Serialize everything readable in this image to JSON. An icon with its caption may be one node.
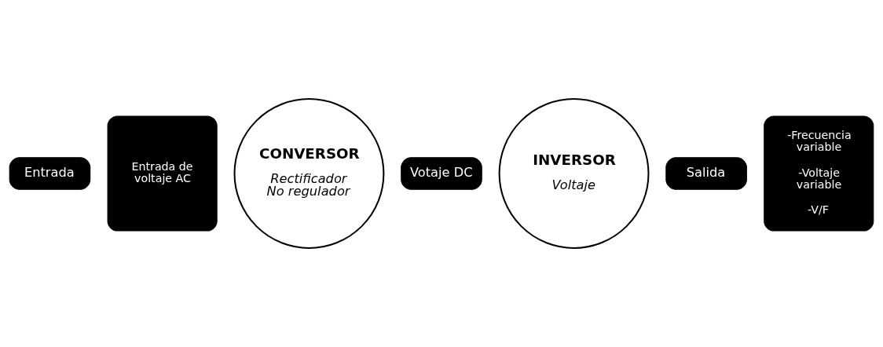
{
  "diagram": {
    "nodes": [
      {
        "text": [
          "Entrada"
        ]
      },
      {
        "text": [
          "CONVERSOR",
          "Rectificador No regulador"
        ]
      },
      {
        "text": [
          "Votaje DC"
        ]
      },
      {
        "text": [
          "INVERSOR",
          "Voltaje"
        ]
      },
      {
        "text": [
          "Salida"
        ]
      },
      {
        "text": [
          "Entrada de voltaje AC"
        ]
      },
      {
        "text": [
          "-Frecuencia variable",
          "-Voltaje variable",
          "-V/F"
        ]
      }
    ],
    "edges": []
  }
}
